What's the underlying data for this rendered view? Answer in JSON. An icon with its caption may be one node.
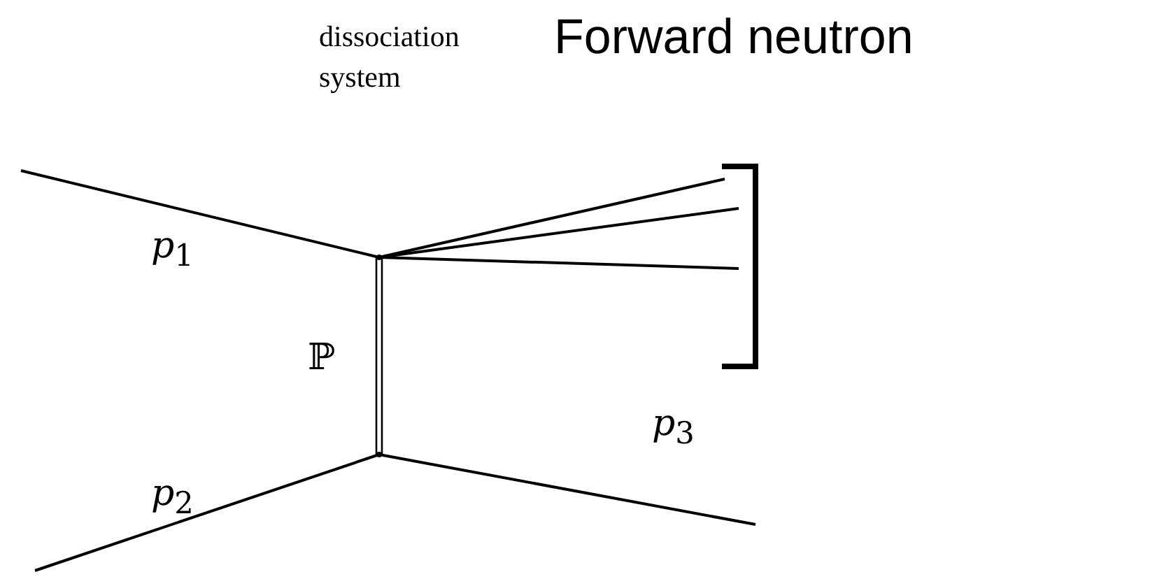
{
  "diagram": {
    "nodes": [
      {
        "text": [],
        "shape": "point"
      },
      {
        "text": [],
        "shape": "point"
      }
    ],
    "edges": [
      {
        "from": null,
        "to": 0,
        "arrow": "none",
        "label": "*p*$_{1}$"
      },
      {
        "from": null,
        "to": 1,
        "arrow": "none",
        "label": "*p*$_{2}$"
      },
      {
        "from": 1,
        "to": null,
        "arrow": "none",
        "label": "*p*$_{3}$"
      },
      {
        "from": 0,
        "to": 1,
        "arrow": "none",
        "label": "ℙ"
      },
      {
        "from": 0,
        "to": null,
        "arrow": "none"
      },
      {
        "from": 0,
        "to": null,
        "arrow": "none"
      },
      {
        "from": 0,
        "to": null,
        "arrow": "none"
      }
    ],
    "labels": [
      "Forward neutron",
      "dissociation system"
    ]
  }
}
